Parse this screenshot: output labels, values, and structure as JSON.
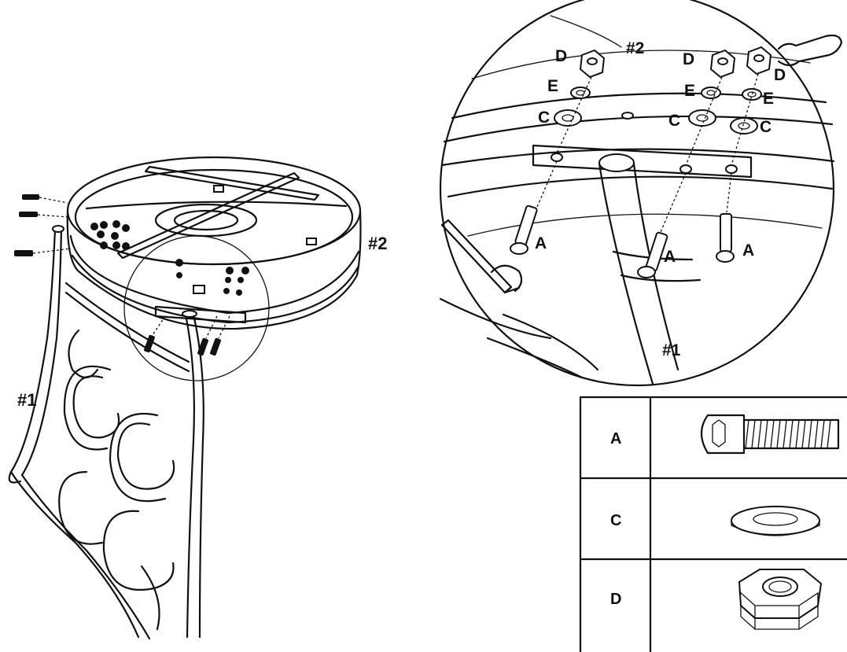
{
  "labels": {
    "main_part1": "#1",
    "main_part2": "#2",
    "detail_part1": "#1",
    "detail_part2": "#2",
    "d_left": "D",
    "d_mid": "D",
    "d_right": "D",
    "e_left": "E",
    "e_mid": "E",
    "e_right": "E",
    "c_left": "C",
    "c_mid": "C",
    "c_right": "C",
    "a_left": "A",
    "a_mid": "A",
    "a_right": "A"
  },
  "hardware_table": {
    "rows": [
      {
        "letter": "A",
        "icon": "hex-socket-bolt-icon"
      },
      {
        "letter": "C",
        "icon": "flat-washer-icon"
      },
      {
        "letter": "D",
        "icon": "hex-nut-icon"
      }
    ]
  }
}
